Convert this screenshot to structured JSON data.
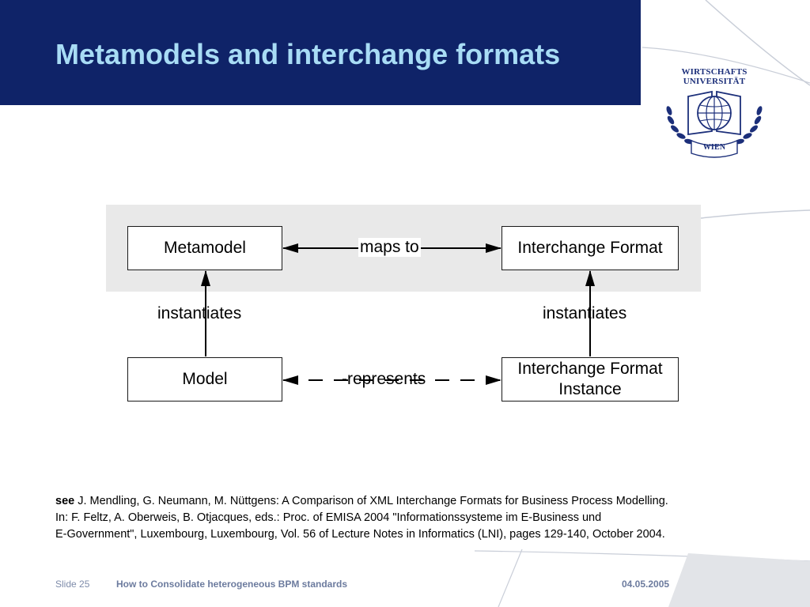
{
  "slide": {
    "title": "Metamodels and interchange formats"
  },
  "logo": {
    "line1": "WIRTSCHAFTS",
    "line2": "UNIVERSITÄT",
    "line3": "WIEN"
  },
  "diagram": {
    "nodes": {
      "metamodel": "Metamodel",
      "interchange_format": "Interchange Format",
      "model": "Model",
      "interchange_format_instance": "Interchange Format\nInstance"
    },
    "edges": {
      "maps_to": "maps to",
      "instantiates_left": "instantiates",
      "instantiates_right": "instantiates",
      "represents": "-represents"
    }
  },
  "reference": {
    "see_label": "see",
    "line1": " J. Mendling, G. Neumann, M. Nüttgens: A Comparison of XML Interchange Formats for Business Process Modelling.",
    "line2": "In: F. Feltz, A. Oberweis, B. Otjacques, eds.: Proc. of EMISA 2004 \"Informationssysteme im E-Business und",
    "line3": "E-Government\", Luxembourg, Luxembourg, Vol. 56 of Lecture Notes in Informatics (LNI), pages 129-140, October 2004."
  },
  "footer": {
    "slide_number": "Slide 25",
    "presentation_title": "How to Consolidate heterogeneous BPM standards",
    "date": "04.05.2005"
  },
  "colors": {
    "header": "#0f2368",
    "title": "#a8dcf5",
    "band": "#e9e9e9",
    "logo": "#1c2f7a"
  }
}
